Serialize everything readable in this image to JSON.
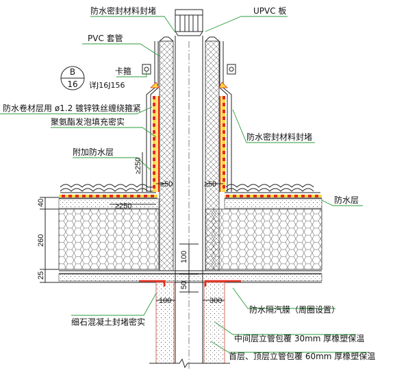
{
  "labels": {
    "top_seal": "防水密封材料封堵",
    "upvc": "UPVC  板",
    "pvc_sleeve": "PVC  套管",
    "clamp": "卡箍",
    "detail_ref": "详J16J156",
    "membrane_wrap": "防水卷材层用 ø1.2  镀锌铁丝缠绕箍紧",
    "pu_foam": "聚氨酯发泡填充密实",
    "extra_wp": "附加防水层",
    "right_seal": "防水密封材料封堵",
    "wp_layer": "防水层",
    "fine_concrete": "细石混凝土封堵密实",
    "vapor_barrier": "防水隔汽膜（周圈设置）",
    "mid_insul": "中间层立管包覆 30mm   厚橡塑保温",
    "top_insul": "首层、顶层立管包覆 60mm   厚橡塑保温"
  },
  "detail_callout": {
    "top": "B",
    "bottom": "16"
  },
  "dimensions": {
    "d250a": "≥250",
    "d250b": "≥250",
    "d50l": "≥50",
    "d50r": "≥50",
    "d40": "40",
    "d260": "260",
    "d25": "25",
    "d100v": "100",
    "d50v": "50",
    "d100h": "100",
    "d300h": "300"
  }
}
